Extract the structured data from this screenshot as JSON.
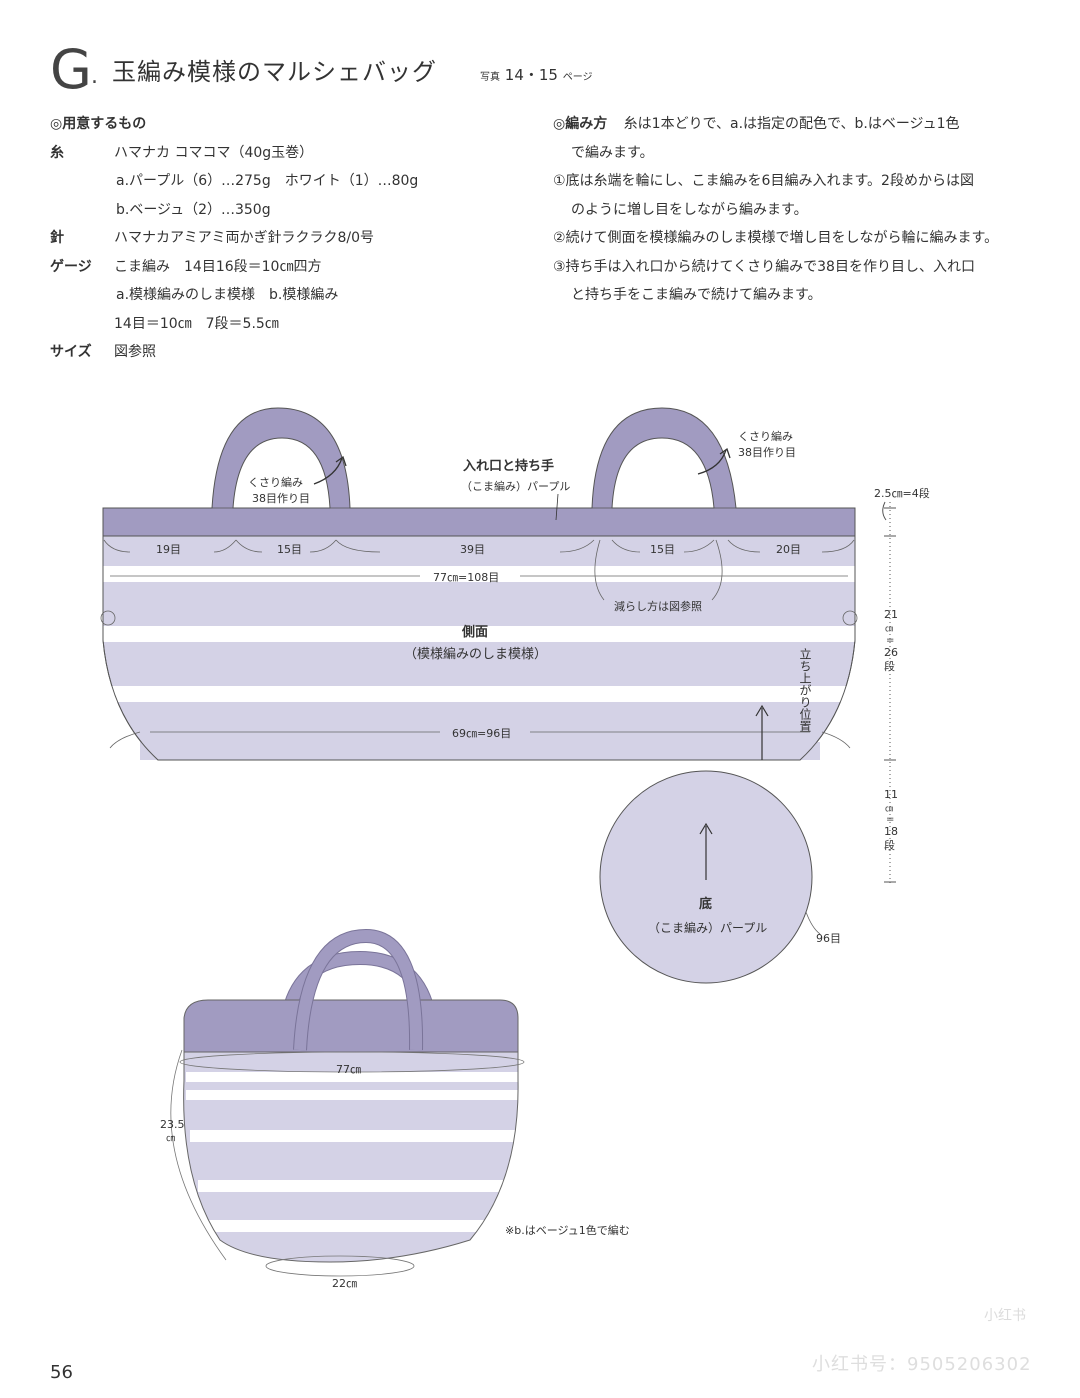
{
  "header": {
    "letter": "G",
    "dot": ".",
    "title": "玉編み模様のマルシェバッグ",
    "photo_prefix": "写真",
    "photo_pages": "14・15",
    "photo_suffix": "ページ"
  },
  "materials": {
    "heading": "◎用意するもの",
    "yarn_label": "糸",
    "yarn_value": "ハマナカ コマコマ（40g玉巻）",
    "yarn_a": "a.パープル（6）…275g　ホワイト（1）…80g",
    "yarn_b": "b.ベージュ（2）…350g",
    "needle_label": "針",
    "needle_value": "ハマナカアミアミ両かぎ針ラクラク8/0号",
    "gauge_label": "ゲージ",
    "gauge_value": "こま編み　14目16段＝10㎝四方",
    "gauge_pattern": "a.模様編みのしま模様　b.模様編み",
    "gauge_pattern_value": "14目＝10㎝　7段＝5.5㎝",
    "size_label": "サイズ",
    "size_value": "図参照"
  },
  "method": {
    "heading": "◎編み方",
    "intro_1": "糸は1本どりで、a.は指定の配色で、b.はベージュ1色",
    "intro_2": "で編みます。",
    "step1_a": "①底は糸端を輪にし、こま編みを6目編み入れます。2段めからは図",
    "step1_b": "のように増し目をしながら編みます。",
    "step2": "②続けて側面を模様編みのしま模様で増し目をしながら輪に編みます。",
    "step3_a": "③持ち手は入れ口から続けてくさり編みで38目を作り目し、入れ口",
    "step3_b": "と持ち手をこま編みで続けて編みます。"
  },
  "diagram": {
    "handle_left_label_1": "くさり編み",
    "handle_left_label_2": "38目作り目",
    "handle_right_label_1": "くさり編み",
    "handle_right_label_2": "38目作り目",
    "rim_label": "入れ口と持ち手",
    "rim_sub": "（こま編み）パープル",
    "seg_1": "19目",
    "seg_2": "15目",
    "seg_3": "39目",
    "seg_4": "15目",
    "seg_5": "20目",
    "top_width": "77㎝=108目",
    "decrease_note": "減らし方は図参照",
    "body_label": "側面",
    "body_sub": "（模様編みのしま模様）",
    "rise_label": "立ち上がり位置",
    "bottom_width": "69㎝=96目",
    "dim_top": "2.5㎝=4段",
    "dim_side_1": "21",
    "dim_side_2": "㎝",
    "dim_side_3": "=",
    "dim_side_4": "26",
    "dim_side_5": "段",
    "dim_base_1": "11",
    "dim_base_2": "㎝",
    "dim_base_3": "=",
    "dim_base_4": "18",
    "dim_base_5": "段",
    "base_label": "底",
    "base_sub": "（こま編み）パープル",
    "base_count": "96目",
    "finished_width": "77㎝",
    "finished_height_1": "23.5",
    "finished_height_2": "㎝",
    "finished_bottom": "22㎝",
    "note_b": "※b.はベージュ1色で編む",
    "colors": {
      "purple": "#a19bc1",
      "lavender": "#d4d2e6",
      "white": "#ffffff",
      "outline": "#555555"
    }
  },
  "footer": {
    "page_number": "56",
    "watermark_1": "小红书",
    "watermark_2": "小红书号：9505206302"
  }
}
